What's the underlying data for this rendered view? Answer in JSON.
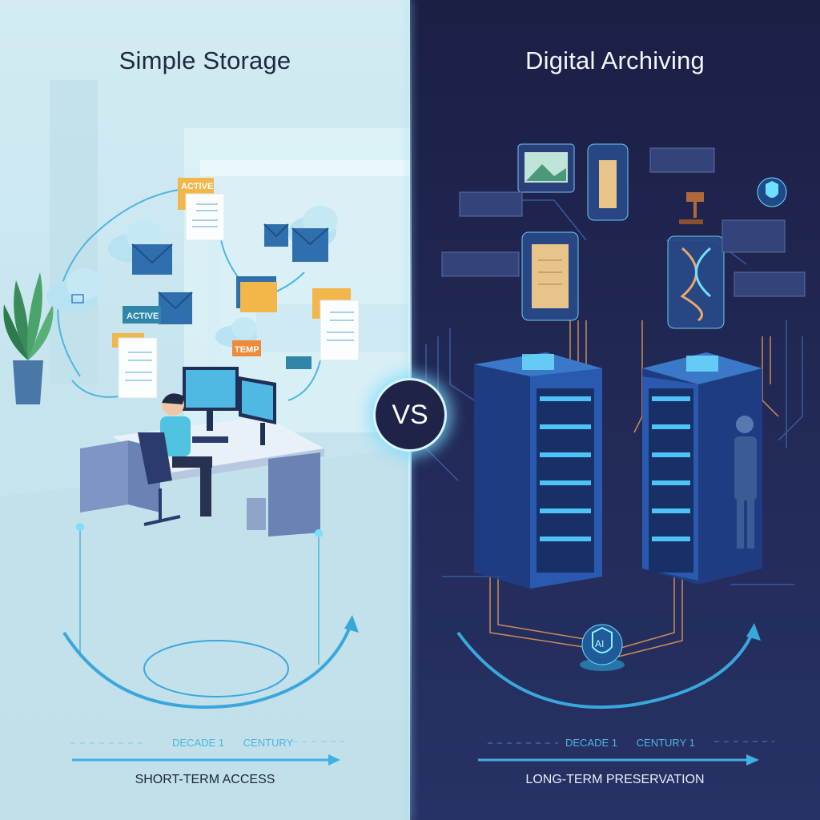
{
  "left": {
    "title": "Simple Storage",
    "tags": {
      "active_folder": "ACTIVE",
      "active_label": "ACTIVE",
      "temp": "TEMP"
    },
    "timeline": {
      "labels": [
        "DECADE 1",
        "CENTURY"
      ],
      "caption": "SHORT-TERM ACCESS"
    }
  },
  "right": {
    "title": "Digital Archiving",
    "badge": "AI",
    "timeline": {
      "labels": [
        "DECADE 1",
        "CENTURY 1"
      ],
      "caption": "LONG-TERM PRESERVATION"
    }
  },
  "vs": "VS",
  "colors": {
    "accent": "#4cb6e0",
    "folder": "#f2b64a",
    "temp": "#ee8a3a",
    "navy": "#1e2347"
  }
}
